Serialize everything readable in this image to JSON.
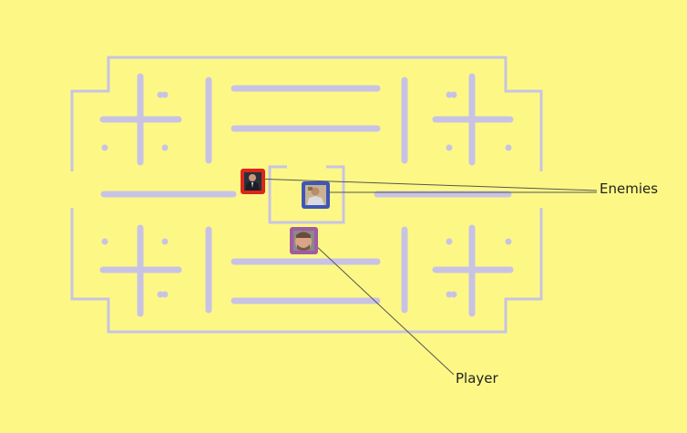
{
  "colors": {
    "background": "#fdf885",
    "maze": "#c8c3e4",
    "enemy_red_border": "#d8271c",
    "enemy_blue_border": "#3f56b8",
    "player_border": "#a25aa5",
    "callout_line": "#555555"
  },
  "annotations": {
    "enemies_label": "Enemies",
    "player_label": "Player"
  },
  "sprites": {
    "enemy_red": "enemy-avatar-red",
    "enemy_blue": "enemy-avatar-blue",
    "player": "player-avatar-purple"
  }
}
